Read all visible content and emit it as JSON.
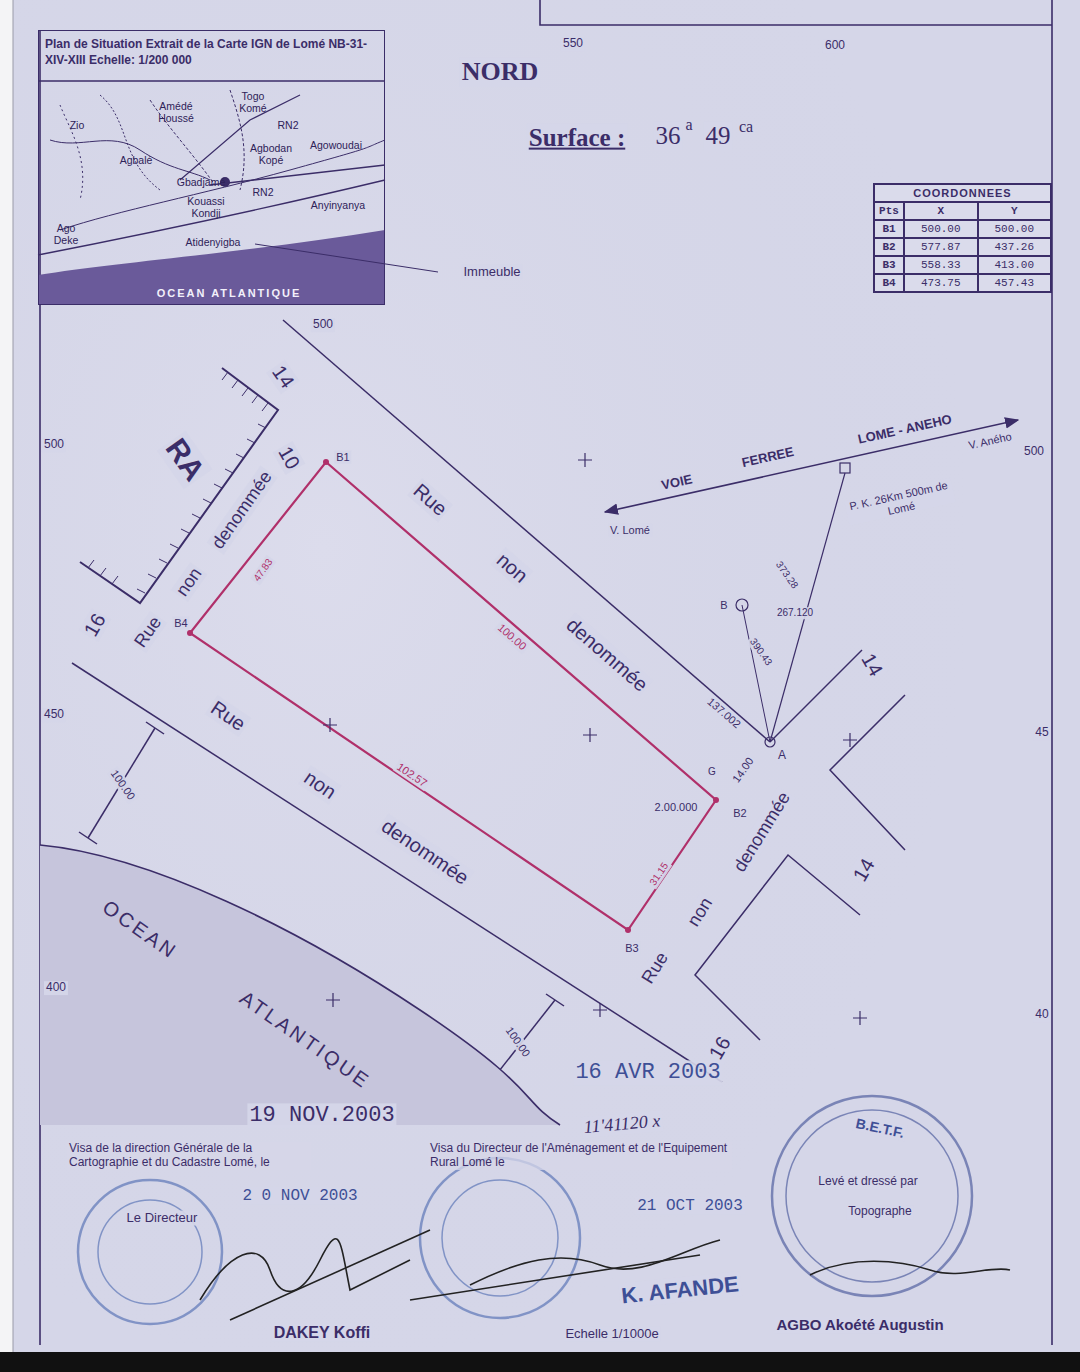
{
  "diagram": {
    "nodes": [
      {
        "text": [
          "Plan de Situation Extrait de la Carte IGN de Lomé NB-31-XIV-XIII Echelle: 1/200 000",
          "Zio",
          "Amédé Houssé",
          "Togo Komé",
          "RN2",
          "Agbodan Kopé",
          "Agowoudai",
          "Agbalé",
          "Gbadjamé",
          "RN2",
          "Kouassi Kondji",
          "Anyinyanya",
          "Ago Deke",
          "Atidenyigba",
          "OCEAN ATLANTIQUE"
        ]
      },
      {
        "text": [
          "COORDONNEES",
          "Pts",
          "X",
          "Y",
          "B1",
          "500.00",
          "500.00",
          "B2",
          "577.87",
          "437.26",
          "B3",
          "558.33",
          "413.00",
          "B4",
          "473.75",
          "457.43"
        ]
      }
    ],
    "labels": [
      "550",
      "600",
      "500",
      "500",
      "450",
      "400",
      "500",
      "45",
      "40",
      "NORD",
      "Surface :",
      "36",
      "a",
      "49",
      "ca",
      "Immeuble",
      "RA",
      "14",
      "10",
      "B1",
      "Rue",
      "non",
      "denommée",
      "16",
      "B4",
      "47.83",
      "Rue",
      "non",
      "denommée",
      "100.00",
      "137.002",
      "A",
      "14.00",
      "G",
      "2.00.000",
      "B2",
      "B3",
      "31.15",
      "102.57",
      "Rue",
      "non",
      "denommée",
      "100.00",
      "100.00",
      "denommée",
      "non",
      "Rue",
      "14",
      "14",
      "16",
      "VOIE",
      "FERREE",
      "LOME - ANEHO",
      "V. Lomé",
      "V. Aného",
      "P. K. 26Km 500m de Lomé",
      "373.28",
      "B",
      "267.120",
      "390.43",
      "OCEAN",
      "ATLANTIQUE",
      "19 NOV.2003",
      "16 AVR 2003",
      "11'41120 x",
      "Visa de la direction Générale de la Cartographie et du Cadastre Lomé, le",
      "2 0 NOV 2003",
      "Le Directeur",
      "DAKEY Koffi",
      "Visa du Directeur de l'Aménagement et de l'Equipement Rural Lomé le",
      "21 OCT 2003",
      "K. AFANDE",
      "Echelle 1/1000e",
      "B.E.T.F.",
      "Levé et dressé par",
      "Topographe",
      "AGBO Akoété Augustin"
    ]
  }
}
